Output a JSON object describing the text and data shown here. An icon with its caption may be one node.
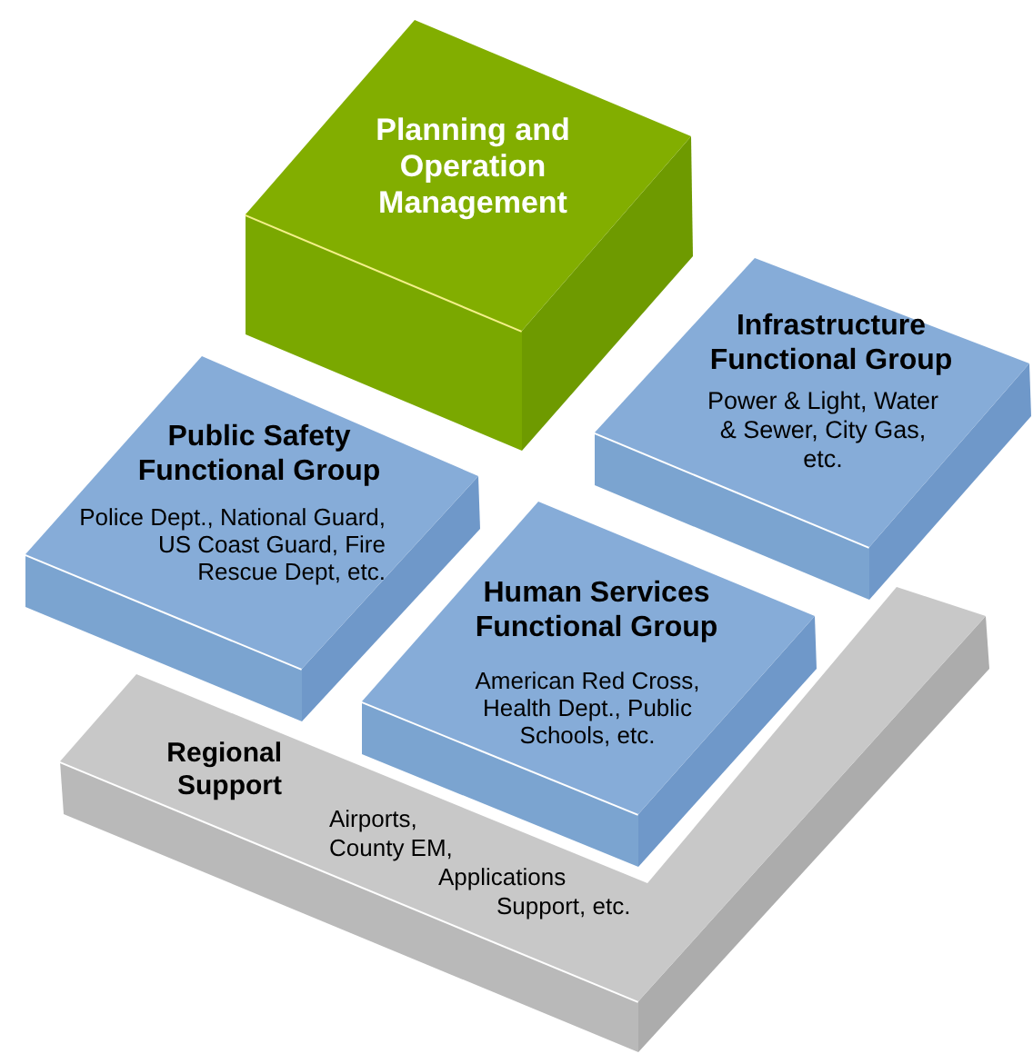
{
  "diagram": {
    "nodes": [
      {
        "text": [
          "Planning and Operation Management"
        ]
      },
      {
        "text": [
          "Infrastructure Functional Group",
          "Power & Light, Water & Sewer, City Gas, etc."
        ]
      },
      {
        "text": [
          "Public Safety Functional Group",
          "Police Dept., National Guard, US Coast Guard, Fire Rescue Dept, etc."
        ]
      },
      {
        "text": [
          "Human Services Functional Group",
          "American Red Cross, Health Dept., Public Schools, etc."
        ]
      },
      {
        "text": [
          "Regional Support",
          "Airports, County EM, Applications Support, etc."
        ]
      }
    ]
  }
}
